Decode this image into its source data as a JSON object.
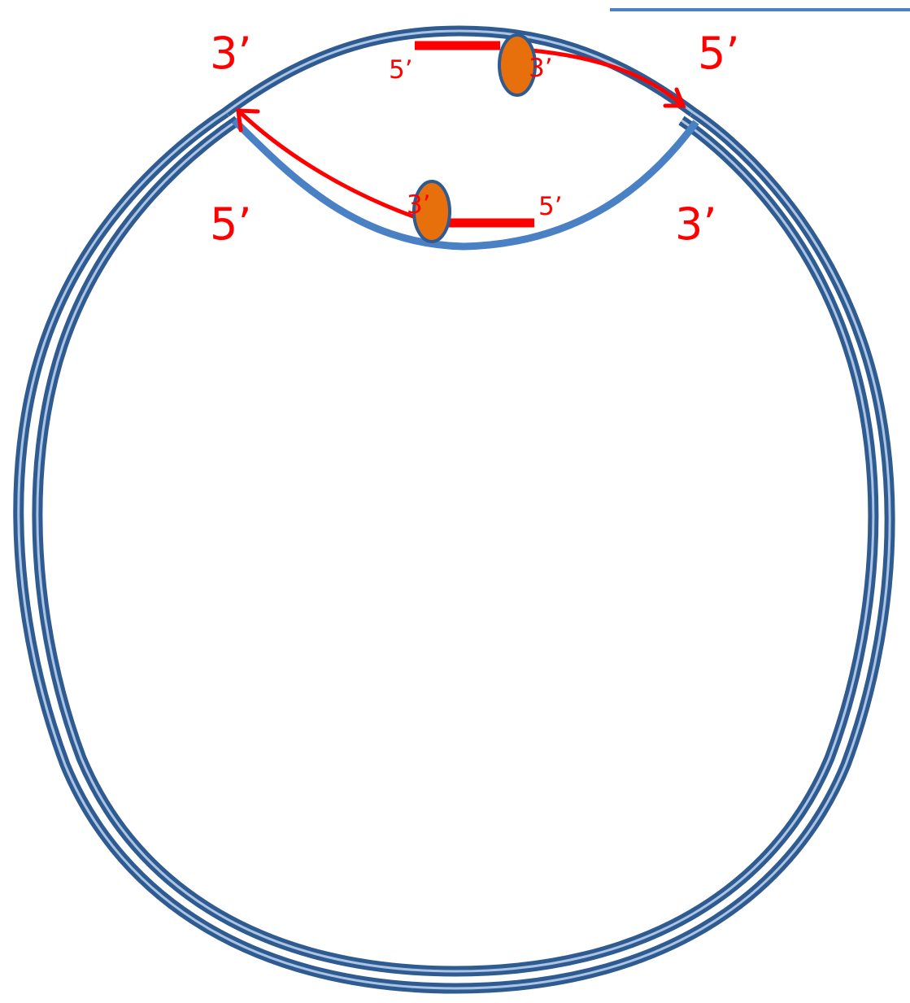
{
  "colors": {
    "plasmid": "#2f5b91",
    "plasmid_highlight": "#a9c4e4",
    "bubble_strand": "#4a80c4",
    "primer": "#ff0000",
    "label": "#ff0000",
    "polymerase_fill": "#e8700c",
    "polymerase_stroke": "#2f5b91",
    "top_rule": "#4a80c4"
  },
  "labels": {
    "left_top": "3’",
    "right_top": "5’",
    "left_bottom": "5’",
    "right_bottom": "3’",
    "primer_top_5": "5’",
    "primer_top_3": "3’",
    "primer_bottom_3": "3’",
    "primer_bottom_5": "5’"
  },
  "icons": {
    "polymerase": "orange-ellipse",
    "arrowhead": "open-chevron-arrow"
  }
}
